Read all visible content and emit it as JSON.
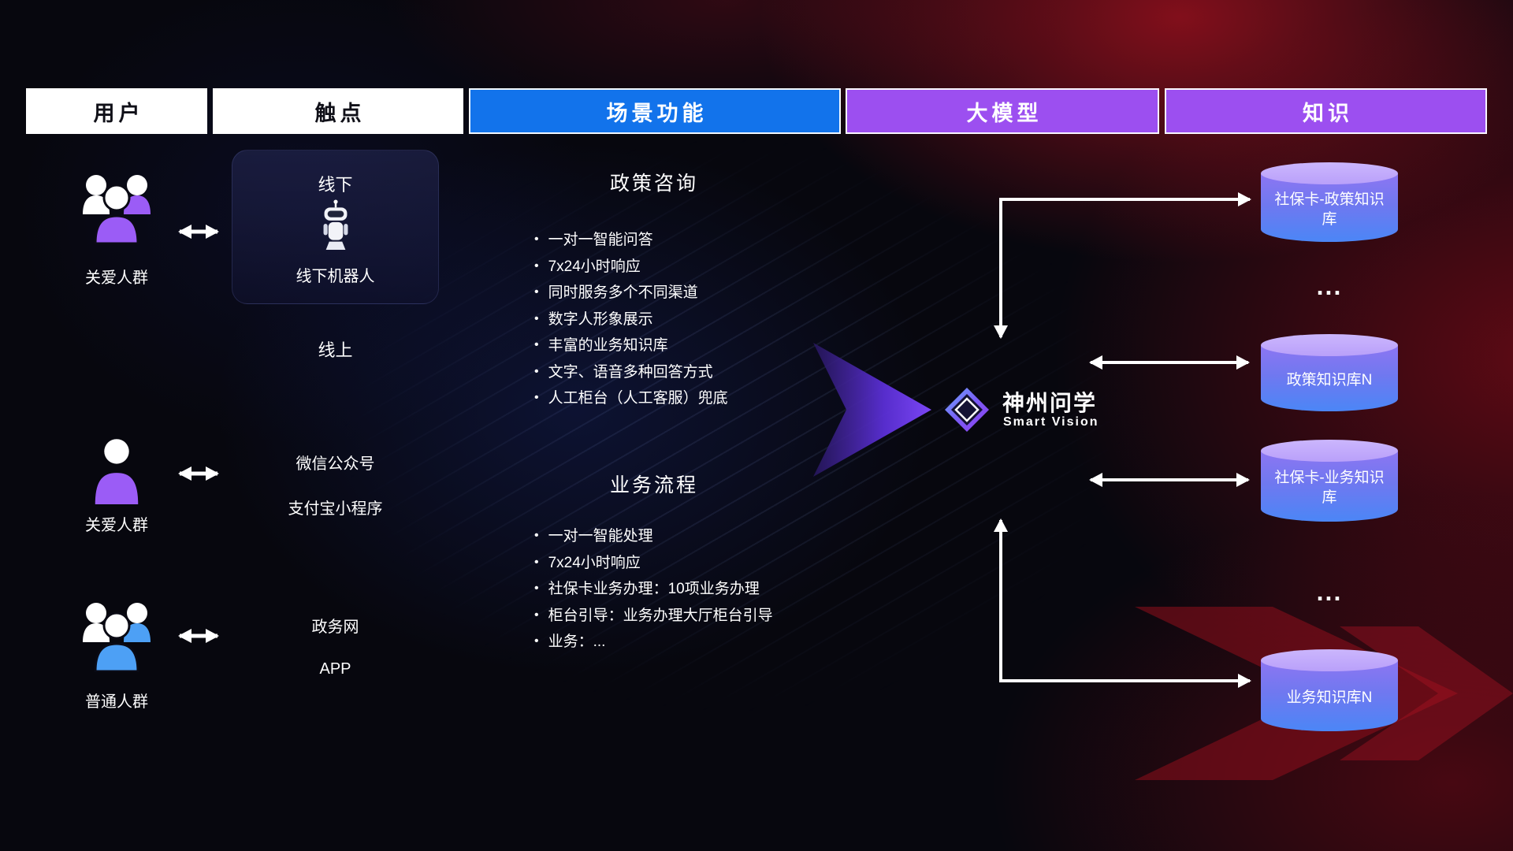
{
  "colors": {
    "header_blue": "#1273EB",
    "header_purple": "#9C4FF0",
    "user_purple": "#9B5CF6",
    "user_blue": "#4DA0F5",
    "cyl_cap": "#B9A0FA",
    "cyl_top": "#8D76F2",
    "cyl_bottom": "#4B86F6",
    "arrow_purple": "#5B2FD6",
    "red_accent": "#C01020"
  },
  "header": {
    "columns": [
      {
        "label": "用户"
      },
      {
        "label": "触点"
      },
      {
        "label": "场景功能"
      },
      {
        "label": "大模型"
      },
      {
        "label": "知识"
      }
    ]
  },
  "users": [
    {
      "label": "关爱人群"
    },
    {
      "label": "关爱人群"
    },
    {
      "label": "普通人群"
    }
  ],
  "touchpoints": {
    "offline": {
      "title": "线下",
      "robot": "线下机器人"
    },
    "online": "线上",
    "wechat": "微信公众号",
    "alipay": "支付宝小程序",
    "gov": "政务网",
    "app": "APP"
  },
  "scenario_policy": {
    "title": "政策咨询",
    "items": [
      "一对一智能问答",
      "7x24小时响应",
      "同时服务多个不同渠道",
      "数字人形象展示",
      "丰富的业务知识库",
      "文字、语音多种回答方式",
      "人工柜台（人工客服）兜底"
    ]
  },
  "scenario_business": {
    "title": "业务流程",
    "items": [
      "一对一智能处理",
      "7x24小时响应",
      "社保卡业务办理：10项业务办理",
      "柜台引导：业务办理大厅柜台引导",
      "业务：..."
    ]
  },
  "model": {
    "name": "神州问学",
    "subtitle": "Smart Vision"
  },
  "knowledge": {
    "db1": "社保卡-政策知识库",
    "dots1": "...",
    "db2": "政策知识库N",
    "db3": "社保卡-业务知识库",
    "dots2": "...",
    "db4": "业务知识库N"
  }
}
